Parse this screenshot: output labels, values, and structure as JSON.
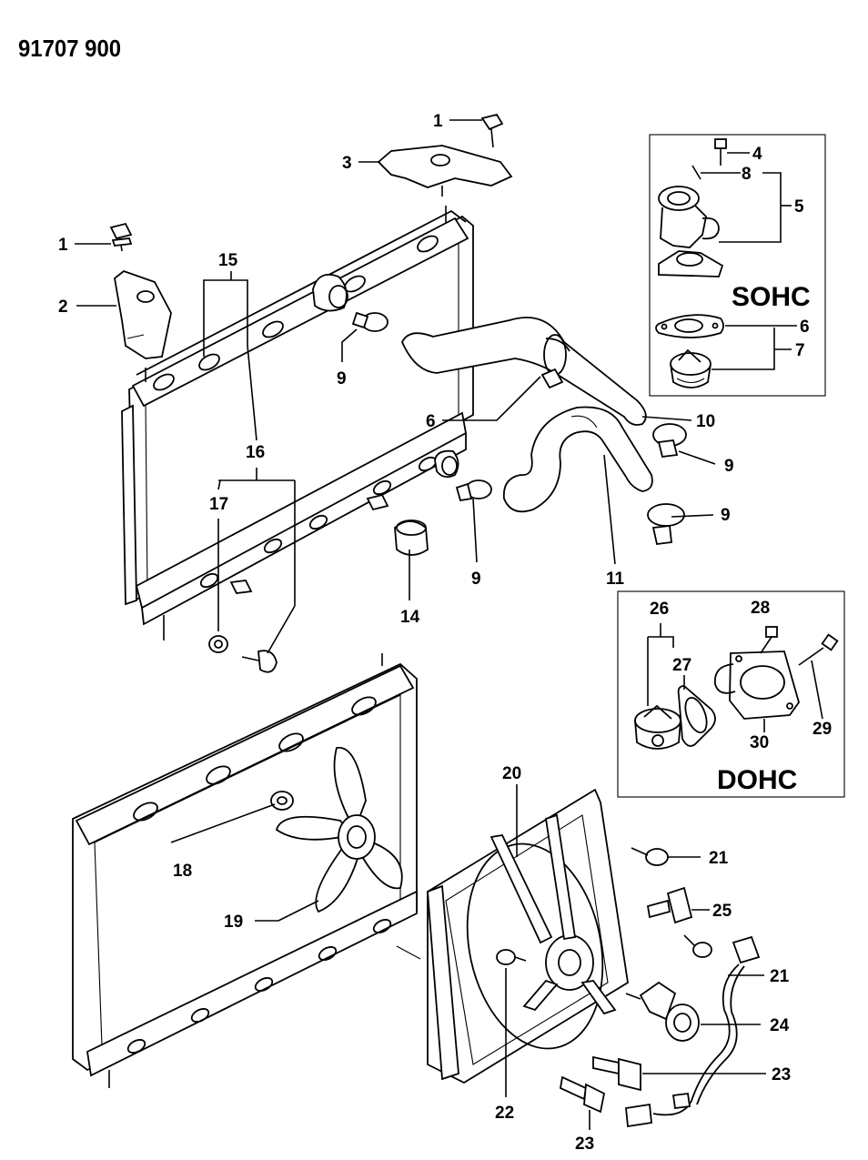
{
  "header": {
    "doc_number": "91707 900"
  },
  "boxes": {
    "sohc_label": "SOHC",
    "dohc_label": "DOHC"
  },
  "callouts": {
    "c1a": "1",
    "c1b": "1",
    "c2": "2",
    "c3": "3",
    "c4": "4",
    "c5": "5",
    "c6a": "6",
    "c6b": "6",
    "c7": "7",
    "c8": "8",
    "c9a": "9",
    "c9b": "9",
    "c9c": "9",
    "c9d": "9",
    "c10": "10",
    "c11": "11",
    "c14": "14",
    "c15": "15",
    "c16": "16",
    "c17": "17",
    "c18": "18",
    "c19": "19",
    "c20": "20",
    "c21a": "21",
    "c21b": "21",
    "c22": "22",
    "c23a": "23",
    "c23b": "23",
    "c24": "24",
    "c25": "25",
    "c26": "26",
    "c27": "27",
    "c28": "28",
    "c29": "29",
    "c30": "30"
  }
}
